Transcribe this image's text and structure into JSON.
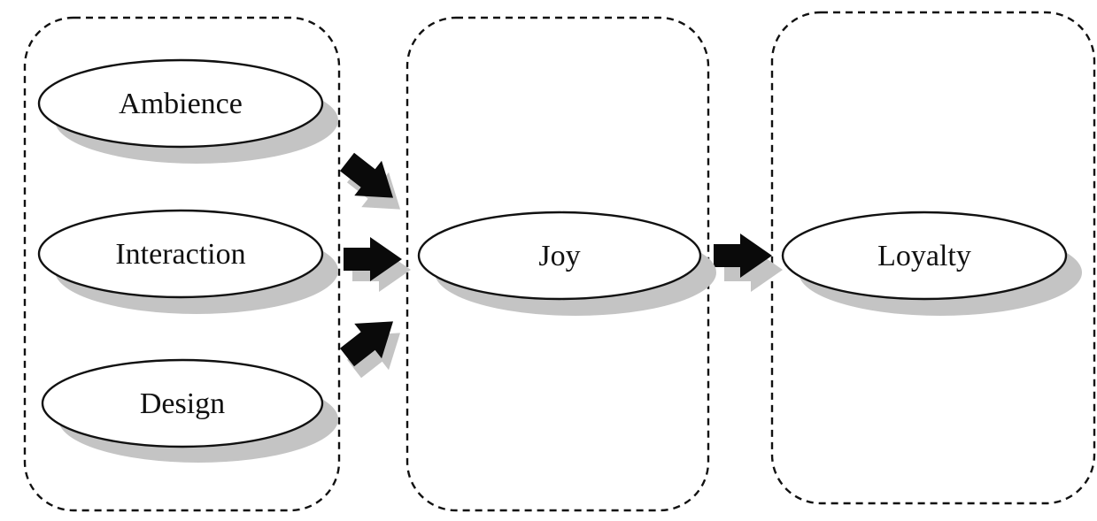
{
  "diagram": {
    "nodes": {
      "ambience": "Ambience",
      "interaction": "Interaction",
      "design": "Design",
      "joy": "Joy",
      "loyalty": "Loyalty"
    },
    "edges": [
      {
        "from": "ambience",
        "to": "joy"
      },
      {
        "from": "interaction",
        "to": "joy"
      },
      {
        "from": "design",
        "to": "joy"
      },
      {
        "from": "joy",
        "to": "loyalty"
      }
    ],
    "colors": {
      "stroke": "#111111",
      "arrow": "#0a0a0a",
      "shadow": "#c4c4c4",
      "fill": "#ffffff"
    }
  }
}
